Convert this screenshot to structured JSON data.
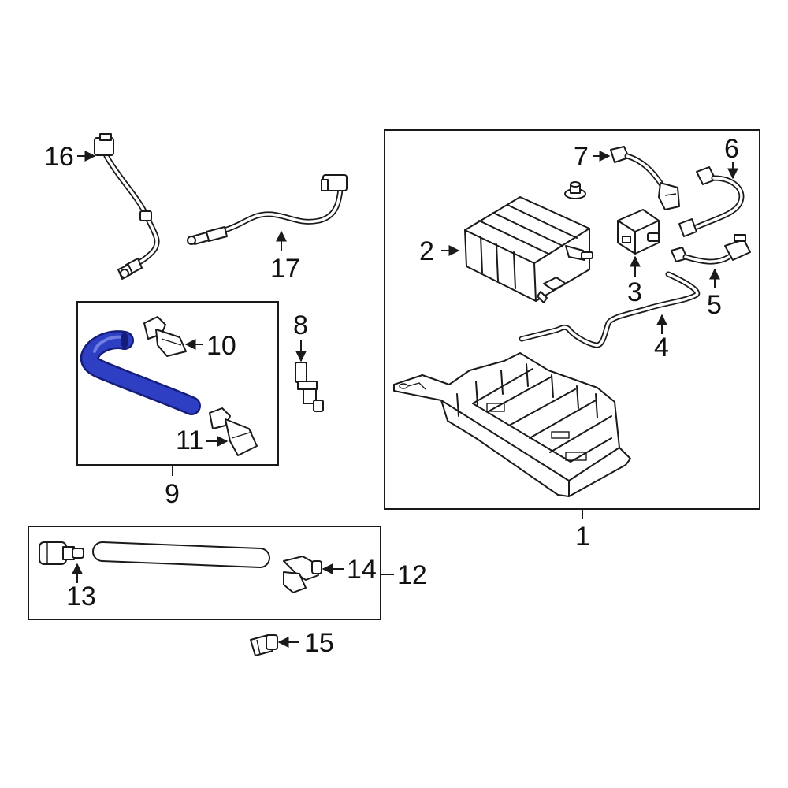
{
  "colors": {
    "highlight": "#2f3fc4",
    "highlight_dark": "#141e7a",
    "line": "#1a1a1a",
    "background": "#ffffff"
  },
  "callouts": {
    "c1": "1",
    "c2": "2",
    "c3": "3",
    "c4": "4",
    "c5": "5",
    "c6": "6",
    "c7": "7",
    "c8": "8",
    "c9": "9",
    "c10": "10",
    "c11": "11",
    "c12": "12",
    "c13": "13",
    "c14": "14",
    "c15": "15",
    "c16": "16",
    "c17": "17"
  }
}
